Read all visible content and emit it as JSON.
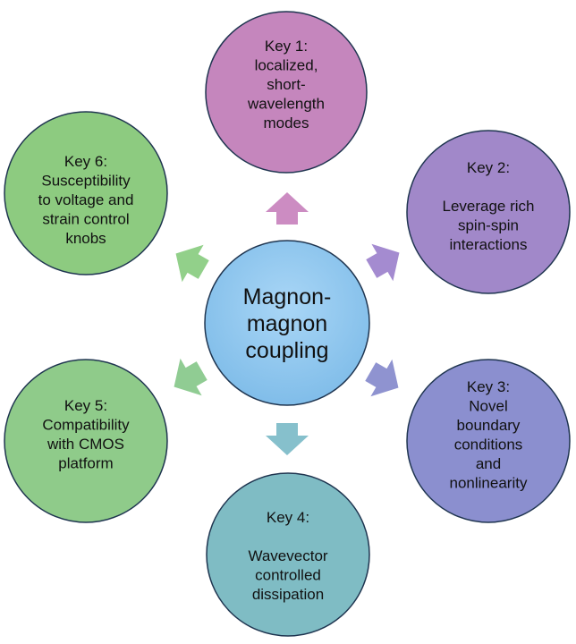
{
  "center": {
    "lines": [
      "Magnon-",
      "magnon",
      "coupling"
    ],
    "color": "#8ec5ee"
  },
  "satellites": [
    {
      "id": "key-1",
      "lines": [
        "Key 1:",
        "localized,",
        "short-",
        "wavelength",
        "modes"
      ],
      "color": "#c586bd"
    },
    {
      "id": "key-2",
      "lines": [
        "Key 2:",
        "",
        "Leverage rich",
        "spin-spin",
        "interactions"
      ],
      "color": "#a188c9"
    },
    {
      "id": "key-3",
      "lines": [
        "Key 3:",
        "Novel",
        "boundary",
        "conditions",
        "and",
        "nonlinearity"
      ],
      "color": "#8b8fcf"
    },
    {
      "id": "key-4",
      "lines": [
        "Key 4:",
        "",
        "Wavevector",
        "controlled",
        "dissipation"
      ],
      "color": "#7fbcc4"
    },
    {
      "id": "key-5",
      "lines": [
        "Key 5:",
        "Compatibility",
        "with CMOS",
        "platform"
      ],
      "color": "#8fcb8a"
    },
    {
      "id": "key-6",
      "lines": [
        "Key 6:",
        "Susceptibility",
        "to voltage and",
        "strain control",
        "knobs"
      ],
      "color": "#8dcb80"
    }
  ],
  "arrows": [
    {
      "target": "key-1",
      "color": "#cc8cc2"
    },
    {
      "target": "key-2",
      "color": "#a48bd0"
    },
    {
      "target": "key-3",
      "color": "#8f93d0"
    },
    {
      "target": "key-4",
      "color": "#86c0cc"
    },
    {
      "target": "key-5",
      "color": "#90cc93"
    },
    {
      "target": "key-6",
      "color": "#92d08a"
    }
  ]
}
